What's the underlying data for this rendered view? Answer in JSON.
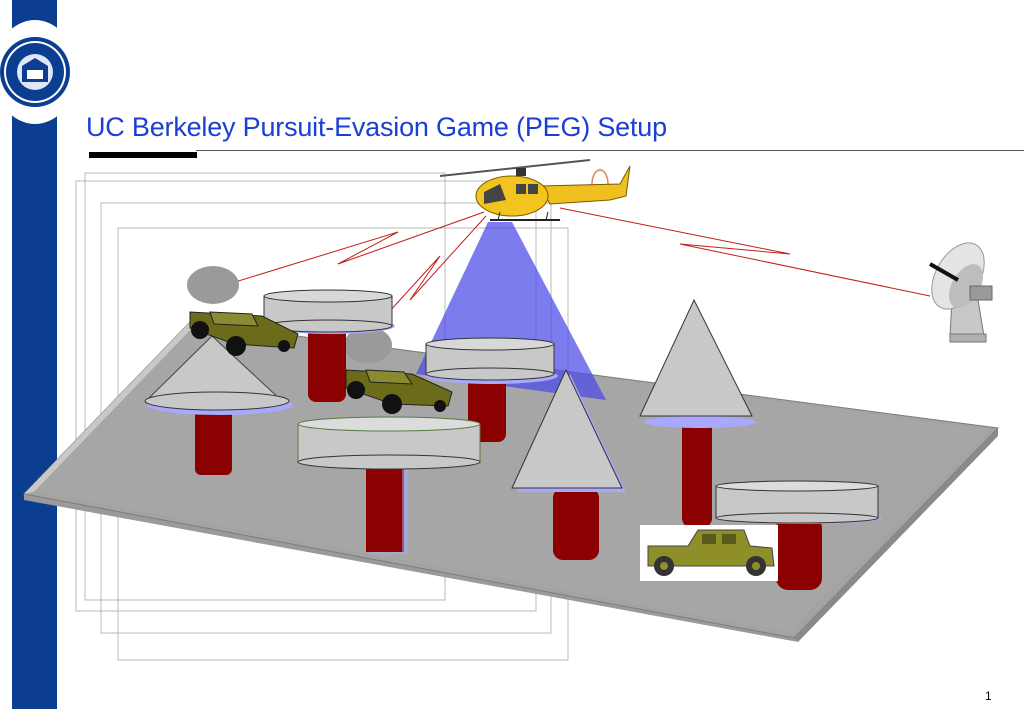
{
  "slide": {
    "title": "UC Berkeley Pursuit-Evasion Game (PEG) Setup",
    "page_number": "1"
  },
  "scene": {
    "elements": [
      "logo-seal",
      "helicopter",
      "satellite-dish",
      "ground-vehicles",
      "obstacles",
      "terrain-platform"
    ]
  }
}
